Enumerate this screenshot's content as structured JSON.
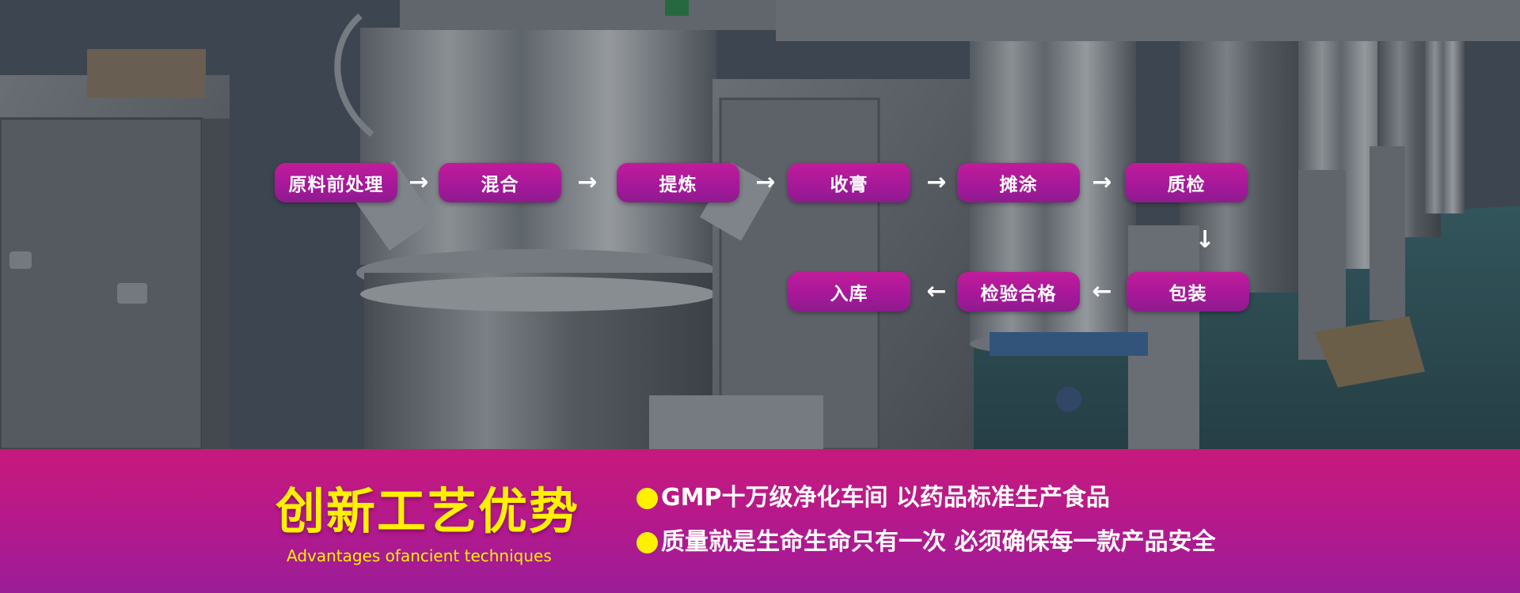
{
  "process_flow": {
    "steps": [
      "原料前处理",
      "混合",
      "提炼",
      "收膏",
      "摊涂",
      "质检",
      "包装",
      "检验合格",
      "入库"
    ],
    "arrows": [
      "right-arrow",
      "right-arrow",
      "right-arrow",
      "right-arrow",
      "right-arrow",
      "down-arrow",
      "left-arrow",
      "left-arrow"
    ]
  },
  "advantages": {
    "title": "创新工艺优势",
    "subtitle": "Advantages ofancient techniques",
    "points": [
      "GMP十万级净化车间 以药品标准生产食品",
      "质量就是生命生命只有一次 必须确保每一款产品安全"
    ]
  },
  "colors": {
    "step_fill": "#a7189a",
    "band_top": "#c7197c",
    "band_bottom": "#9b1d98",
    "title_yellow": "#fff100",
    "text_white": "#ffffff"
  },
  "icons": {
    "background": "factory-photo",
    "bullet": "yellow-dot-icon"
  }
}
